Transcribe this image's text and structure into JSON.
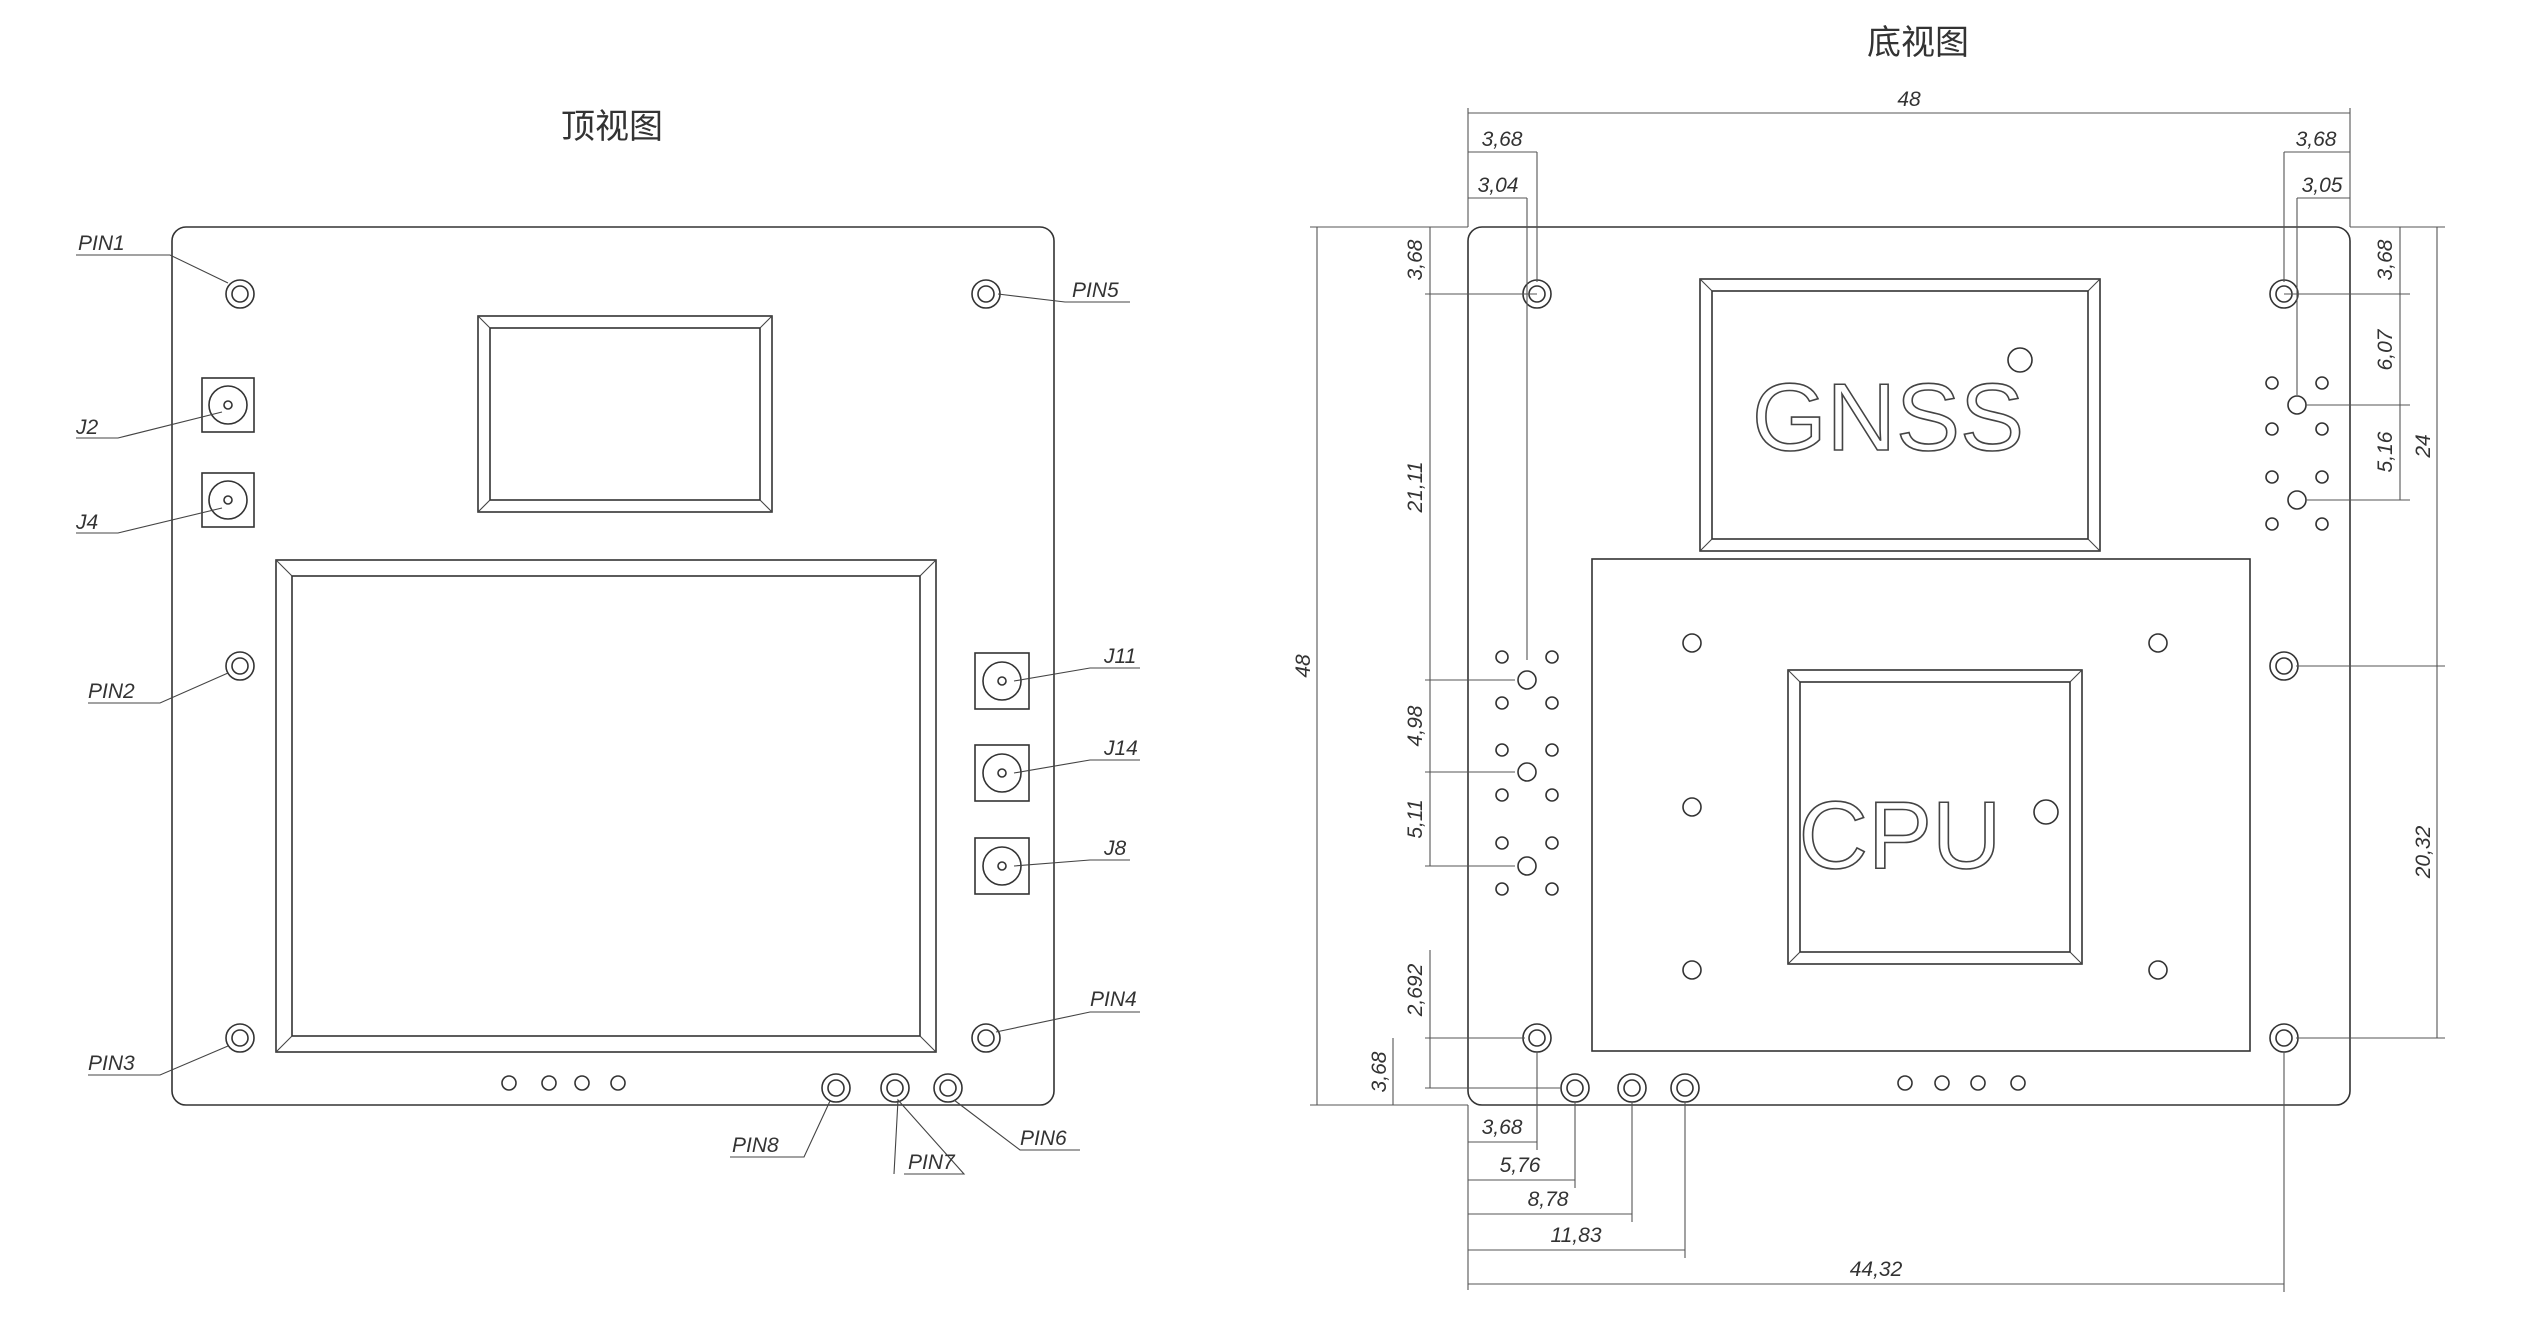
{
  "top_view": {
    "title": "顶视图",
    "labels": {
      "pin1": "PIN1",
      "pin2": "PIN2",
      "pin3": "PIN3",
      "pin4": "PIN4",
      "pin5": "PIN5",
      "pin6": "PIN6",
      "pin7": "PIN7",
      "pin8": "PIN8",
      "j2": "J2",
      "j4": "J4",
      "j11": "J11",
      "j14": "J14",
      "j8": "J8"
    }
  },
  "bottom_view": {
    "title": "底视图",
    "chip_labels": {
      "gnss": "GNSS",
      "cpu": "CPU"
    },
    "dimensions": {
      "width": "48",
      "height": "48",
      "left_pin_x1": "3,68",
      "left_pin_x2": "3,04",
      "right_pin_x1": "3,68",
      "right_pin_x2": "3,05",
      "top_left_pin_y": "3,68",
      "left_span_long": "21,11",
      "left_span_a": "4,98",
      "left_span_b": "5,11",
      "bottom_left_a": "2,692",
      "bottom_left_b": "3,68",
      "right_top_pin_y": "3,68",
      "right_span_a": "6,07",
      "right_span_b": "5,16",
      "right_span_total": "24",
      "right_span_lower": "20,32",
      "bottom_x_1": "3,68",
      "bottom_x_2": "5,76",
      "bottom_x_3": "8,78",
      "bottom_x_4": "11,83",
      "bottom_x_5": "44,32"
    }
  }
}
